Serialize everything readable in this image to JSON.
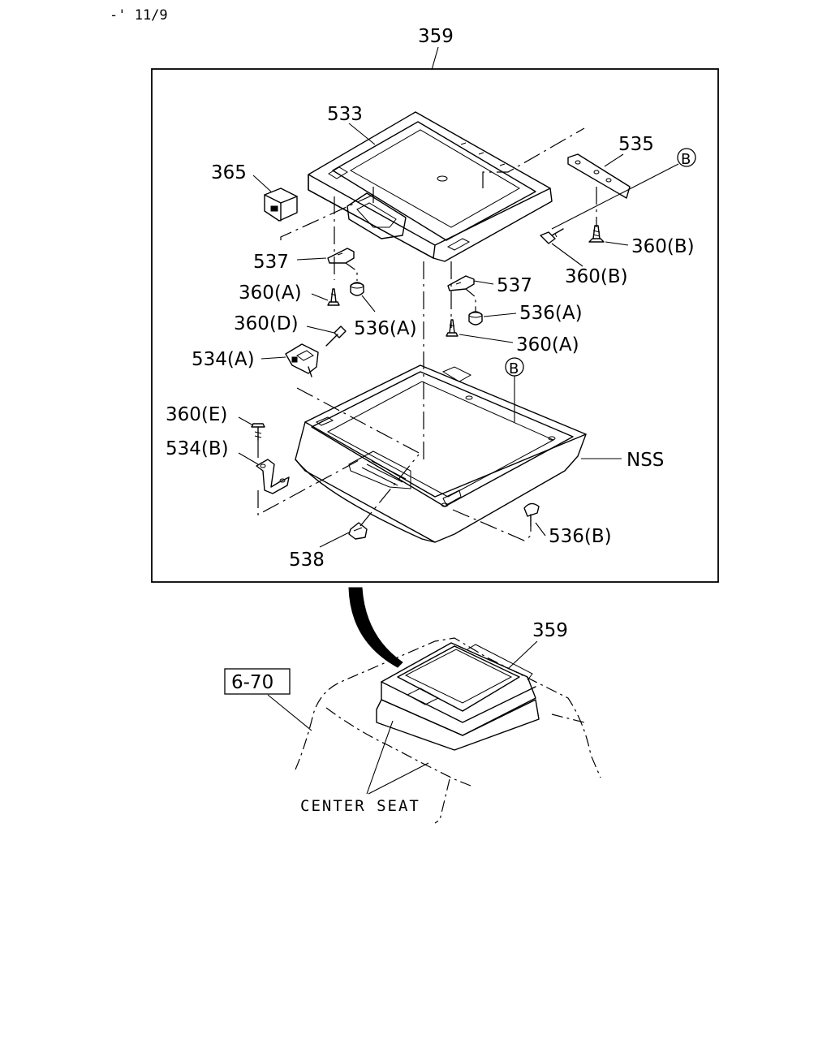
{
  "header_code": "-' 11/9",
  "assembly_ref": "359",
  "labels": {
    "p533": "533",
    "p535": "535",
    "p365": "365",
    "b_circle_top": "B",
    "p360b_right": "360(B)",
    "p360b_mid": "360(B)",
    "p537_left": "537",
    "p537_right": "537",
    "p360a_left": "360(A)",
    "p536a_right": "536(A)",
    "p360d": "360(D)",
    "p536a_left": "536(A)",
    "p360a_right": "360(A)",
    "p534a": "534(A)",
    "b_circle_mid": "B",
    "p360e": "360(E)",
    "nss": "NSS",
    "p534b": "534(B)",
    "p536b": "536(B)",
    "p538": "538"
  },
  "inset": {
    "part_ref": "359",
    "page_ref": "6-70",
    "location": "CENTER SEAT"
  }
}
